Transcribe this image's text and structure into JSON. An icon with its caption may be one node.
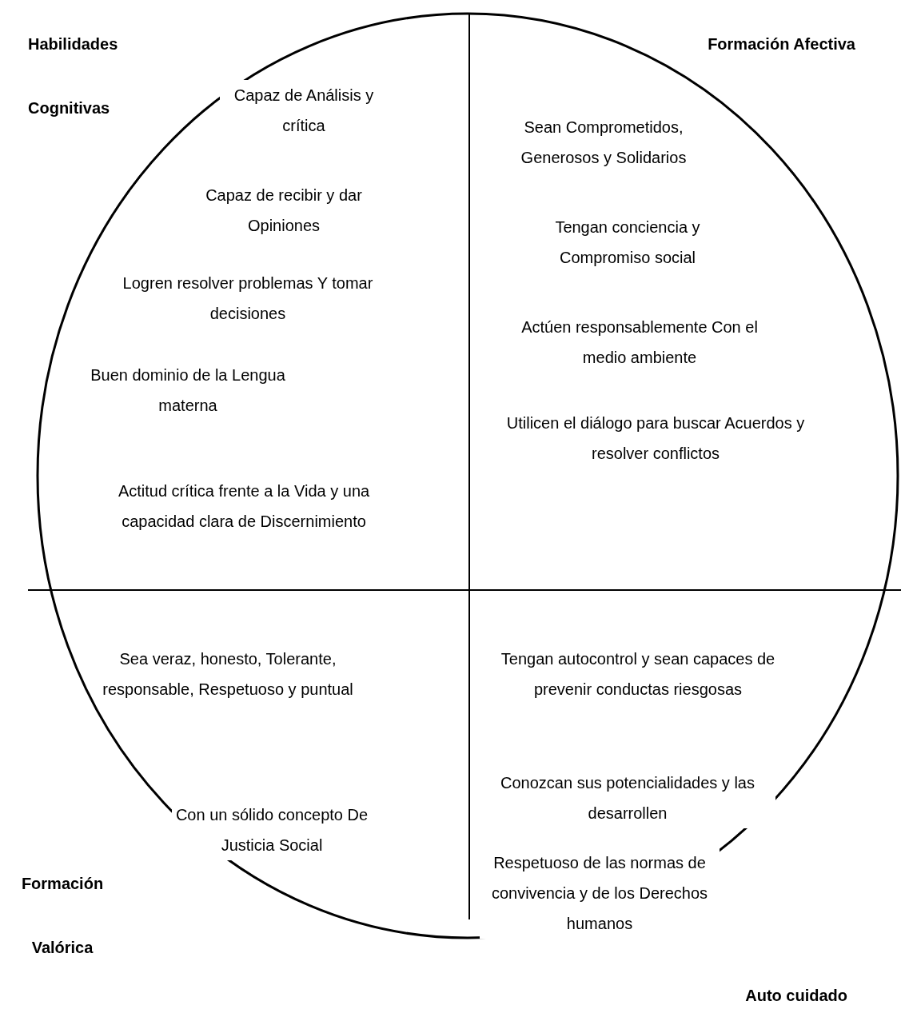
{
  "diagram": {
    "nodes": [
      {
        "text": [
          "Capaz de Análisis y crítica",
          "Capaz de recibir y dar Opiniones",
          "Logren resolver problemas Y tomar decisiones",
          "Buen dominio de la Lengua materna",
          "Actitud crítica frente a la Vida y una capacidad clara de Discernimiento",
          "Sean Comprometidos, Generosos y Solidarios",
          "Tengan conciencia y Compromiso social",
          "Actúen responsablemente Con el medio ambiente",
          "Utilicen el diálogo para buscar Acuerdos y resolver conflictos",
          "Sea veraz, honesto, Tolerante, responsable, Respetuoso y puntual",
          "Con un sólido concepto De Justicia Social",
          "Tengan autocontrol y sean capaces de prevenir conductas riesgosas",
          "Conozcan sus potencialidades y las desarrollen",
          "Respetuoso de las normas de convivencia y de los Derechos humanos"
        ]
      }
    ],
    "labels": [
      "Habilidades Cognitivas",
      "Formación Afectiva",
      "Formación Valórica",
      "Auto cuidado"
    ]
  }
}
